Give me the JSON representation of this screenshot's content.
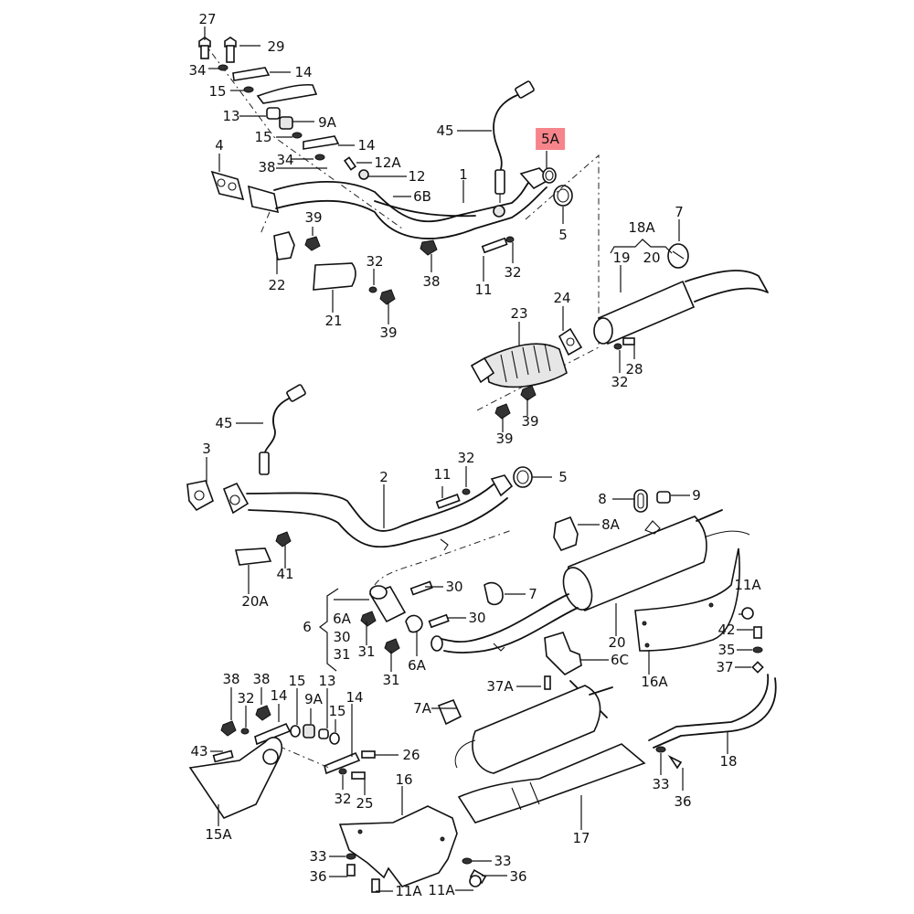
{
  "diagram": {
    "title": "Exhaust system exploded parts diagram",
    "highlight_color": "#f7848b",
    "highlighted_callout": "5A",
    "callouts": [
      {
        "id": "c27",
        "text": "27"
      },
      {
        "id": "c29",
        "text": "29"
      },
      {
        "id": "c34a",
        "text": "34"
      },
      {
        "id": "c14a",
        "text": "14"
      },
      {
        "id": "c15a",
        "text": "15"
      },
      {
        "id": "c13a",
        "text": "13"
      },
      {
        "id": "c9Aa",
        "text": "9A"
      },
      {
        "id": "c15b",
        "text": "15"
      },
      {
        "id": "c14b",
        "text": "14"
      },
      {
        "id": "c4",
        "text": "4"
      },
      {
        "id": "c34b",
        "text": "34"
      },
      {
        "id": "c38a",
        "text": "38"
      },
      {
        "id": "c12A",
        "text": "12A"
      },
      {
        "id": "c12",
        "text": "12"
      },
      {
        "id": "c6B",
        "text": "6B"
      },
      {
        "id": "c45a",
        "text": "45"
      },
      {
        "id": "c1",
        "text": "1"
      },
      {
        "id": "c5A",
        "text": "5A"
      },
      {
        "id": "c5a",
        "text": "5"
      },
      {
        "id": "c7a",
        "text": "7"
      },
      {
        "id": "c18A",
        "text": "18A"
      },
      {
        "id": "c19",
        "text": "19"
      },
      {
        "id": "c20a",
        "text": "20"
      },
      {
        "id": "c39a",
        "text": "39"
      },
      {
        "id": "c22",
        "text": "22"
      },
      {
        "id": "c32a",
        "text": "32"
      },
      {
        "id": "c21",
        "text": "21"
      },
      {
        "id": "c39b",
        "text": "39"
      },
      {
        "id": "c38b",
        "text": "38"
      },
      {
        "id": "c11a",
        "text": "11"
      },
      {
        "id": "c32b",
        "text": "32"
      },
      {
        "id": "c24",
        "text": "24"
      },
      {
        "id": "c23",
        "text": "23"
      },
      {
        "id": "c32c",
        "text": "32"
      },
      {
        "id": "c28",
        "text": "28"
      },
      {
        "id": "c39c",
        "text": "39"
      },
      {
        "id": "c39d",
        "text": "39"
      },
      {
        "id": "c45b",
        "text": "45"
      },
      {
        "id": "c3",
        "text": "3"
      },
      {
        "id": "c2",
        "text": "2"
      },
      {
        "id": "c11b",
        "text": "11"
      },
      {
        "id": "c32d",
        "text": "32"
      },
      {
        "id": "c5b",
        "text": "5"
      },
      {
        "id": "c8",
        "text": "8"
      },
      {
        "id": "c9",
        "text": "9"
      },
      {
        "id": "c8A",
        "text": "8A"
      },
      {
        "id": "c41",
        "text": "41"
      },
      {
        "id": "c20A",
        "text": "20A"
      },
      {
        "id": "c30a",
        "text": "30"
      },
      {
        "id": "c7b",
        "text": "7"
      },
      {
        "id": "c30b",
        "text": "30"
      },
      {
        "id": "c6",
        "text": "6"
      },
      {
        "id": "c6Aa",
        "text": "6A"
      },
      {
        "id": "c30c",
        "text": "30"
      },
      {
        "id": "c31a",
        "text": "31"
      },
      {
        "id": "c31b",
        "text": "31"
      },
      {
        "id": "c6Ab",
        "text": "6A"
      },
      {
        "id": "c31c",
        "text": "31"
      },
      {
        "id": "c20b",
        "text": "20"
      },
      {
        "id": "c6C",
        "text": "6C"
      },
      {
        "id": "c37A",
        "text": "37A"
      },
      {
        "id": "c16A",
        "text": "16A"
      },
      {
        "id": "c11Aa",
        "text": "11A"
      },
      {
        "id": "c42",
        "text": "42"
      },
      {
        "id": "c35",
        "text": "35"
      },
      {
        "id": "c37",
        "text": "37"
      },
      {
        "id": "c38c",
        "text": "38"
      },
      {
        "id": "c38d",
        "text": "38"
      },
      {
        "id": "c32e",
        "text": "32"
      },
      {
        "id": "c14c",
        "text": "14"
      },
      {
        "id": "c15c",
        "text": "15"
      },
      {
        "id": "c9Ab",
        "text": "9A"
      },
      {
        "id": "c13b",
        "text": "13"
      },
      {
        "id": "c15d",
        "text": "15"
      },
      {
        "id": "c14d",
        "text": "14"
      },
      {
        "id": "c7A",
        "text": "7A"
      },
      {
        "id": "c43",
        "text": "43"
      },
      {
        "id": "c26",
        "text": "26"
      },
      {
        "id": "c32f",
        "text": "32"
      },
      {
        "id": "c25",
        "text": "25"
      },
      {
        "id": "c16",
        "text": "16"
      },
      {
        "id": "c15A",
        "text": "15A"
      },
      {
        "id": "c33a",
        "text": "33"
      },
      {
        "id": "c36a",
        "text": "36"
      },
      {
        "id": "c11Ab",
        "text": "11A"
      },
      {
        "id": "c11Ac",
        "text": "11A"
      },
      {
        "id": "c33b",
        "text": "33"
      },
      {
        "id": "c36b",
        "text": "36"
      },
      {
        "id": "c17",
        "text": "17"
      },
      {
        "id": "c18",
        "text": "18"
      },
      {
        "id": "c33c",
        "text": "33"
      },
      {
        "id": "c36c",
        "text": "36"
      }
    ]
  }
}
